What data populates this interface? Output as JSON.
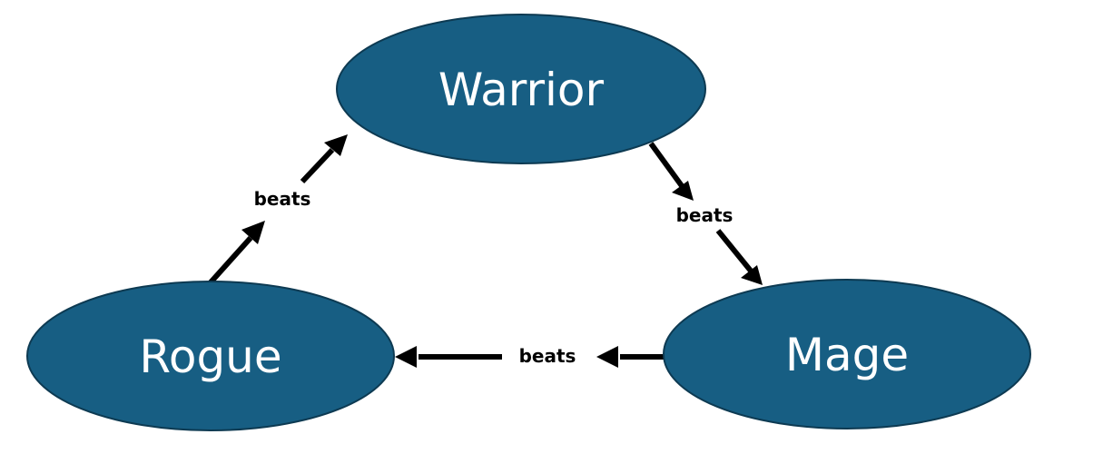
{
  "colors": {
    "node_fill": "#175e83",
    "node_stroke": "#0d3a52",
    "arrow": "#000000",
    "background": "#ffffff"
  },
  "nodes": {
    "warrior": {
      "label": "Warrior"
    },
    "mage": {
      "label": "Mage"
    },
    "rogue": {
      "label": "Rogue"
    }
  },
  "edges": [
    {
      "from": "Warrior",
      "to": "Mage",
      "label": "beats"
    },
    {
      "from": "Mage",
      "to": "Rogue",
      "label": "beats"
    },
    {
      "from": "Rogue",
      "to": "Warrior",
      "label": "beats"
    }
  ]
}
